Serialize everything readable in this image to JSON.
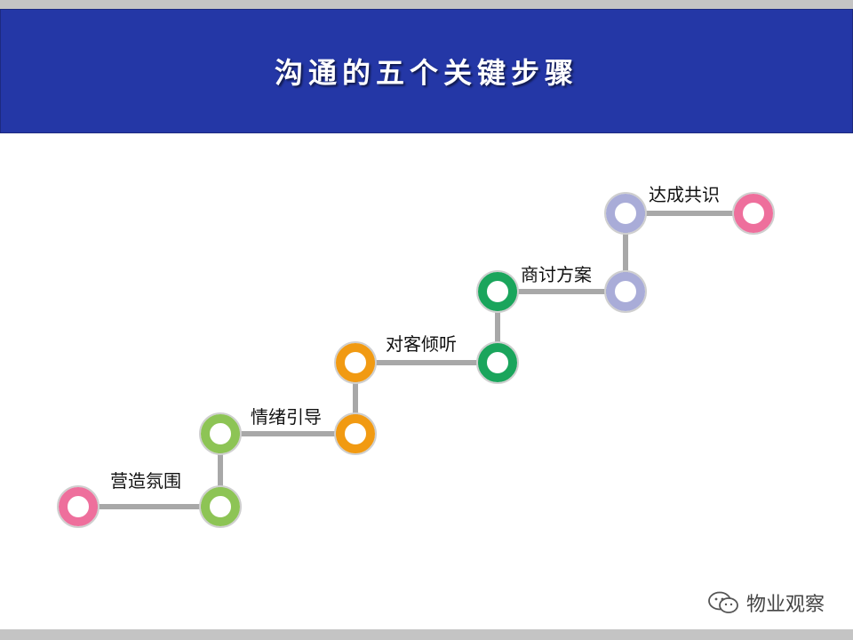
{
  "header": {
    "title": "沟通的五个关键步骤"
  },
  "steps": [
    {
      "label": "营造氛围",
      "color": "#8dc455"
    },
    {
      "label": "情绪引导",
      "color": "#f19a12"
    },
    {
      "label": "对客倾听",
      "color": "#1aa55c"
    },
    {
      "label": "商讨方案",
      "color": "#a9acd8"
    },
    {
      "label": "达成共识",
      "color": "#a9acd8"
    }
  ],
  "colors": {
    "endpoint": "#ee6f9c",
    "connector": "#a8a8a8",
    "banner": "#2437a6"
  },
  "watermark": {
    "text": "物业观察",
    "icon": "wechat-icon"
  }
}
